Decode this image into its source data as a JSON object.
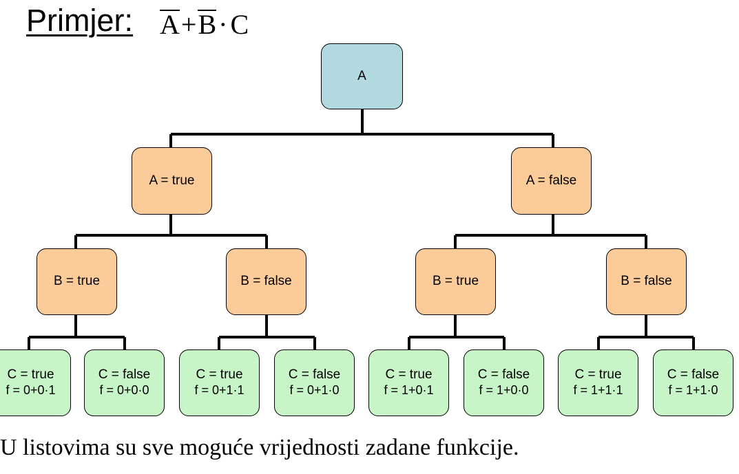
{
  "title": {
    "label": "Primjer:",
    "formula": {
      "a": "A",
      "plus": "+",
      "b": "B",
      "dot": "·",
      "c": "C"
    }
  },
  "tree": {
    "root": "A",
    "level1": [
      "A = true",
      "A = false"
    ],
    "level2": [
      "B = true",
      "B = false",
      "B = true",
      "B = false"
    ],
    "leaves": [
      {
        "label": "C = true",
        "value": "f = 0+0·1"
      },
      {
        "label": "C = false",
        "value": "f = 0+0·0"
      },
      {
        "label": "C = true",
        "value": "f = 0+1·1"
      },
      {
        "label": "C = false",
        "value": "f = 0+1·0"
      },
      {
        "label": "C = true",
        "value": "f = 1+0·1"
      },
      {
        "label": "C = false",
        "value": "f = 1+0·0"
      },
      {
        "label": "C = true",
        "value": "f = 1+1·1"
      },
      {
        "label": "C = false",
        "value": "f = 1+1·0"
      }
    ],
    "colors": {
      "root": "#b3d9e0",
      "branch": "#fbcb9a",
      "leaf": "#c8f5c8"
    }
  },
  "caption": "U listovima su sve moguće vrijednosti zadane funkcije."
}
